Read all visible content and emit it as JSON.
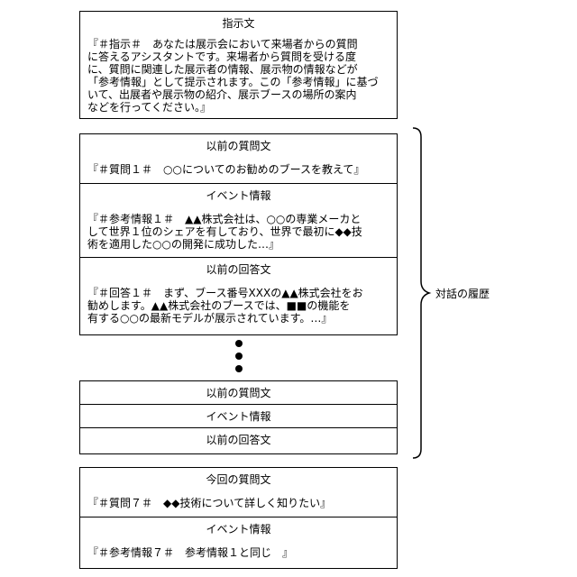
{
  "instruction": {
    "title": "指示文",
    "lines": [
      "『＃指示＃　あなたは展示会において来場者からの質問",
      "に答えるアシスタントです。来場者から質問を受ける度",
      "に、質問に関連した展示者の情報、展示物の情報などが",
      "「参考情報」として提示されます。この「参考情報」に基づ",
      "いて、出展者や展示物の紹介、展示ブースの場所の案内",
      "などを行ってください。』"
    ]
  },
  "history": {
    "prev_question": {
      "title": "以前の質問文",
      "text": "『＃質問１＃　○○についてのお勧めのブースを教えて』"
    },
    "event_info": {
      "title": "イベント情報",
      "lines": [
        "『＃参考情報１＃　▲▲株式会社は、○○の専業メーカと",
        "して世界１位のシェアを有しており、世界で最初に◆◆技",
        "術を適用した○○の開発に成功した…』"
      ]
    },
    "prev_answer": {
      "title": "以前の回答文",
      "lines": [
        "『＃回答１＃　まず、ブース番号XXXの▲▲株式会社をお",
        "勧めします。▲▲株式会社のブースでは、■■の機能を",
        "有する○○の最新モデルが展示されています。…』"
      ]
    },
    "collapsed": {
      "prev_question": "以前の質問文",
      "event_info": "イベント情報",
      "prev_answer": "以前の回答文"
    },
    "brace_label": "対話の履歴"
  },
  "current": {
    "question": {
      "title": "今回の質問文",
      "text": "『＃質問７＃　◆◆技術について詳しく知りたい』"
    },
    "event_info": {
      "title": "イベント情報",
      "text": "『＃参考情報７＃　参考情報１と同じ　』"
    }
  }
}
